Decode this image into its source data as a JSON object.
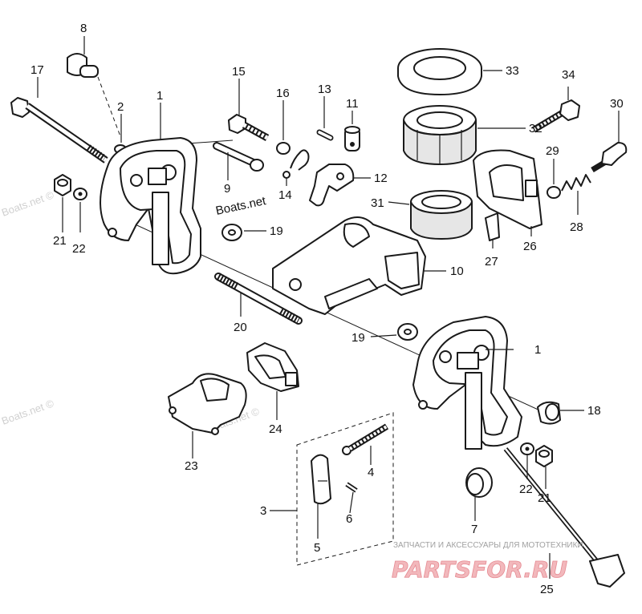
{
  "watermarks": [
    "Boats.net ©",
    "Boats.net ©",
    "Boats.net ©",
    "Boats.net"
  ],
  "brand": {
    "tagline": "ЗАПЧАСТИ И АКСЕССУАРЫ ДЛЯ МОТОТЕХНИКИ",
    "logo_text": "PARTSFOR.RU",
    "colors": {
      "logo_fill": "#f2b8bc",
      "logo_stroke": "#e68a92"
    }
  },
  "callouts": [
    "1",
    "1",
    "2",
    "3",
    "4",
    "5",
    "6",
    "7",
    "8",
    "9",
    "10",
    "11",
    "12",
    "13",
    "14",
    "15",
    "16",
    "17",
    "18",
    "19",
    "19",
    "20",
    "21",
    "21",
    "22",
    "22",
    "23",
    "24",
    "25",
    "26",
    "27",
    "28",
    "29",
    "30",
    "31",
    "32",
    "33",
    "34"
  ],
  "colors": {
    "line": "#1a1a1a",
    "background": "#ffffff"
  }
}
